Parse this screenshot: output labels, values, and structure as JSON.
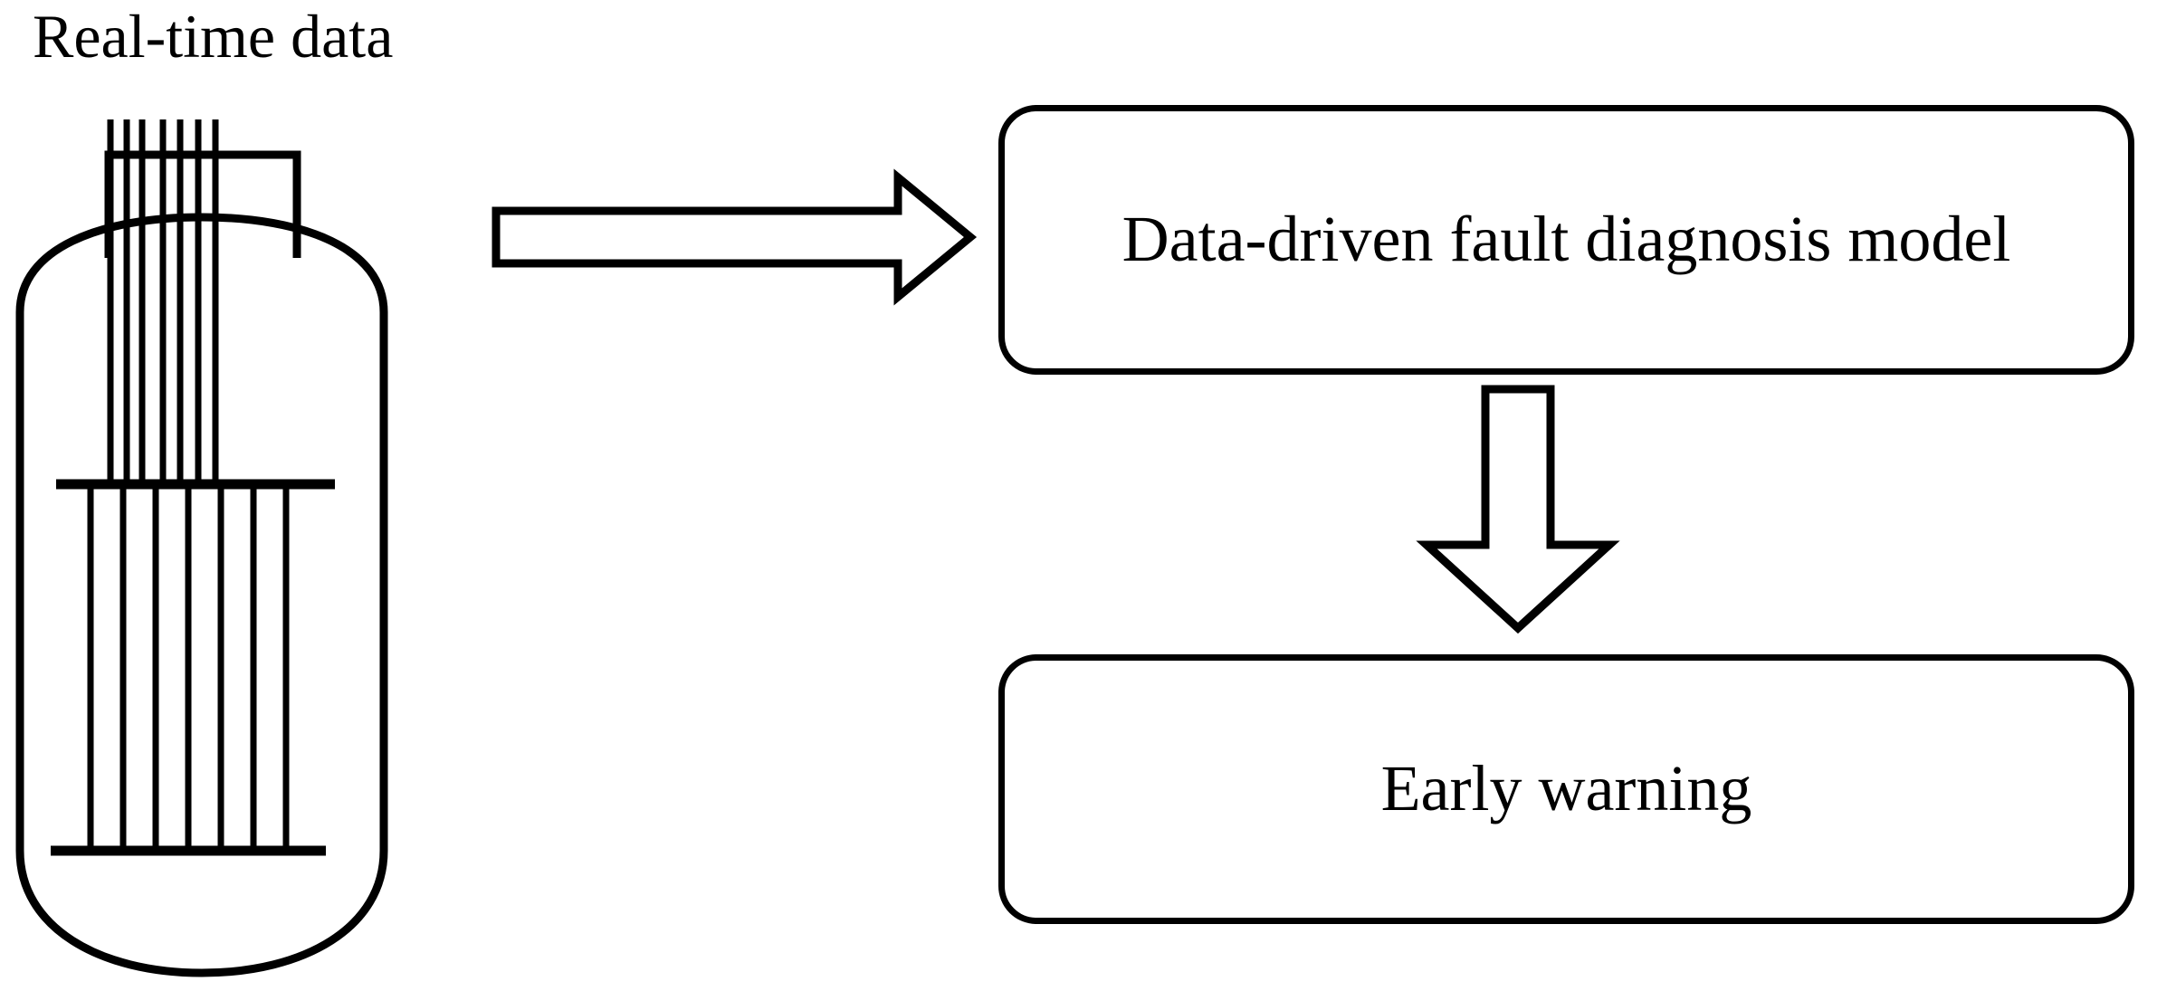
{
  "diagram": {
    "title": "Real-time data",
    "type": "flow-diagram",
    "background_color": "#ffffff",
    "line_color": "#000000",
    "nodes": [
      {
        "id": "reactor",
        "label": "Real-time data",
        "shape": "reactor-vessel"
      },
      {
        "id": "model",
        "label": "Data-driven fault diagnosis model",
        "shape": "rounded-rectangle"
      },
      {
        "id": "warning",
        "label": "Early warning",
        "shape": "rounded-rectangle"
      }
    ],
    "edges": [
      {
        "from": "reactor",
        "to": "model",
        "style": "hollow-block-arrow",
        "direction": "right"
      },
      {
        "from": "model",
        "to": "warning",
        "style": "hollow-block-arrow",
        "direction": "down"
      }
    ]
  },
  "source": {
    "label": "Real-time data",
    "icon": "nuclear-reactor-vessel-icon",
    "control_rod_count": 7,
    "fuel_rod_count": 7,
    "grid_plate_count": 2
  },
  "model_box": {
    "label": "Data-driven fault diagnosis model"
  },
  "warning_box": {
    "label": "Early warning"
  },
  "arrows": {
    "data_to_model": "right-block-arrow",
    "model_to_warning": "down-block-arrow"
  }
}
